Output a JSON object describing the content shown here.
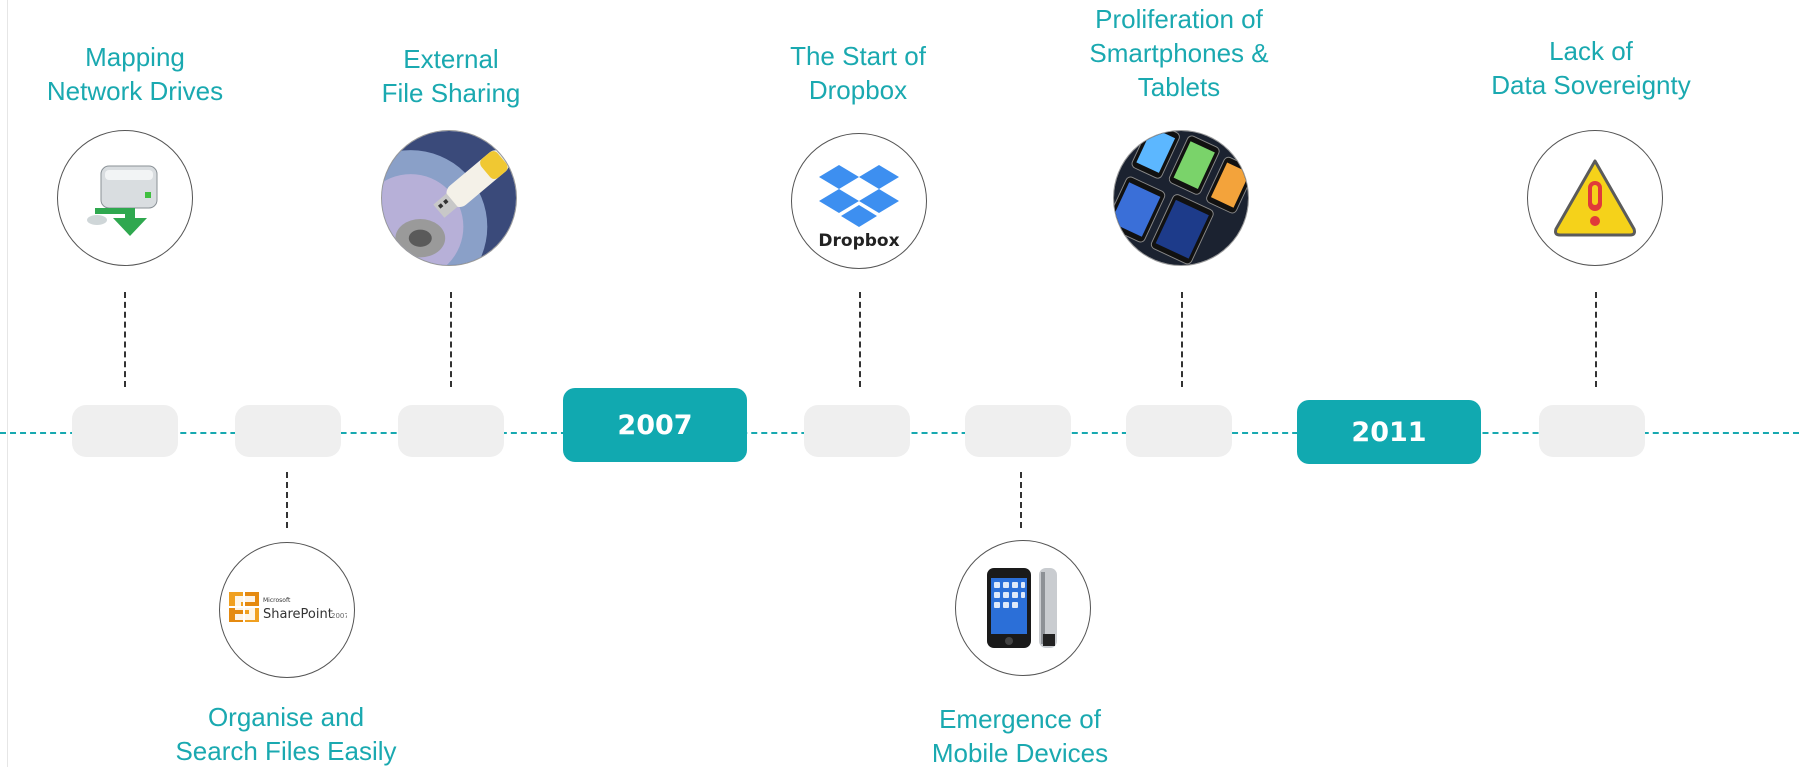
{
  "years": [
    "2007",
    "2011"
  ],
  "events": [
    {
      "line1": "Mapping",
      "line2": "Network Drives",
      "icon": "network-drive-icon"
    },
    {
      "line1": "Organise and",
      "line2": "Search Files Easily",
      "icon": "sharepoint-logo-icon",
      "logo_text": {
        "brand": "Microsoft",
        "product": "SharePoint",
        "version": "2007"
      }
    },
    {
      "line1": "External",
      "line2": "File Sharing",
      "icon": "usb-drive-disc-icon"
    },
    {
      "line1": "The Start of",
      "line2": "Dropbox",
      "icon": "dropbox-logo-icon",
      "logo_text": "Dropbox"
    },
    {
      "line1": "Emergence of",
      "line2": "Mobile Devices",
      "icon": "iphone-icon"
    },
    {
      "line1": "Proliferation of",
      "line2": "Smartphones &",
      "line3": "Tablets",
      "icon": "smartphones-tablets-icon"
    },
    {
      "line1": "Lack of",
      "line2": "Data Sovereignty",
      "icon": "warning-icon"
    }
  ],
  "colors": {
    "accent": "#11a9b0",
    "pill": "#efefef",
    "label": "#1aa9b0"
  }
}
